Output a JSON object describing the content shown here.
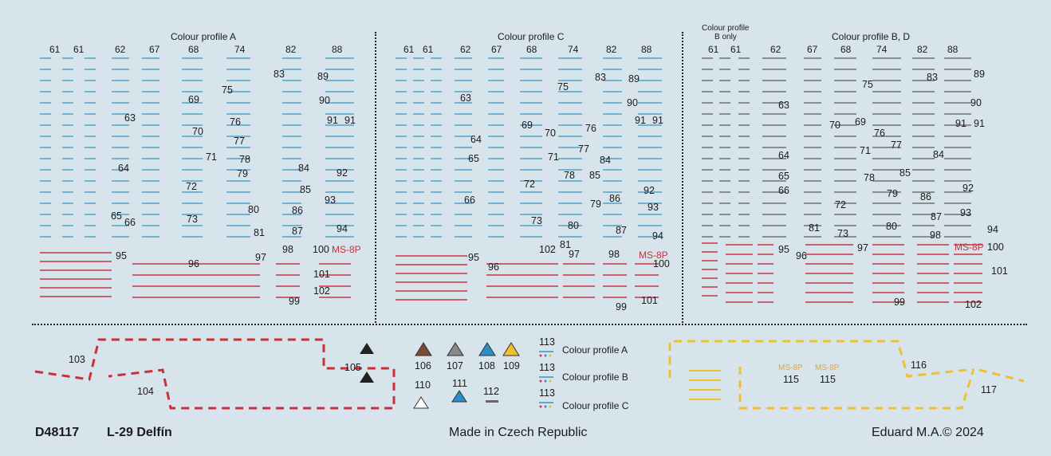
{
  "panels": {
    "a": {
      "title": "Colour profile A"
    },
    "c": {
      "title": "Colour profile C"
    },
    "bd": {
      "title": "Colour profile B, D",
      "subtitle1": "Colour profile",
      "subtitle2": "B only"
    }
  },
  "columns": [
    "61",
    "61",
    "62",
    "67",
    "68",
    "74",
    "82",
    "88"
  ],
  "decal_numbers_a": [
    "63",
    "64",
    "65",
    "66",
    "69",
    "70",
    "71",
    "72",
    "73",
    "75",
    "76",
    "77",
    "78",
    "79",
    "80",
    "81",
    "83",
    "84",
    "85",
    "86",
    "87",
    "89",
    "90",
    "91",
    "91",
    "92",
    "93",
    "94",
    "95",
    "96",
    "97",
    "98",
    "99",
    "100",
    "101",
    "102"
  ],
  "decal_numbers_c": [
    "63",
    "64",
    "65",
    "66",
    "69",
    "70",
    "71",
    "72",
    "73",
    "75",
    "76",
    "77",
    "78",
    "79",
    "80",
    "81",
    "83",
    "84",
    "85",
    "86",
    "87",
    "89",
    "90",
    "91",
    "91",
    "92",
    "93",
    "94",
    "95",
    "96",
    "97",
    "98",
    "99",
    "100",
    "101",
    "102"
  ],
  "decal_numbers_bd": [
    "63",
    "64",
    "65",
    "66",
    "69",
    "70",
    "71",
    "72",
    "73",
    "75",
    "76",
    "77",
    "78",
    "79",
    "80",
    "81",
    "83",
    "84",
    "85",
    "86",
    "87",
    "89",
    "90",
    "91",
    "91",
    "92",
    "93",
    "94",
    "95",
    "96",
    "97",
    "98",
    "99",
    "100",
    "101",
    "102"
  ],
  "ms8p": "MS-8P",
  "bottom": {
    "n103": "103",
    "n104": "104",
    "n105": "105",
    "n106": "106",
    "n107": "107",
    "n108": "108",
    "n109": "109",
    "n110": "110",
    "n111": "111",
    "n112": "112",
    "n113": "113",
    "n115": "115",
    "n116": "116",
    "n117": "117",
    "legend": [
      "Colour profile A",
      "Colour profile B",
      "Colour profile C"
    ]
  },
  "footer": {
    "code": "D48117",
    "name": "L-29 Delfín",
    "made": "Made in Czech Republic",
    "copyright": "Eduard M.A.© 2024"
  },
  "colors": {
    "blue": "#5fa9cf",
    "red": "#c9404c",
    "yellow": "#f0c030",
    "brown": "#7a4a3a",
    "grey": "#888888",
    "cyan": "#2a8fc9"
  }
}
